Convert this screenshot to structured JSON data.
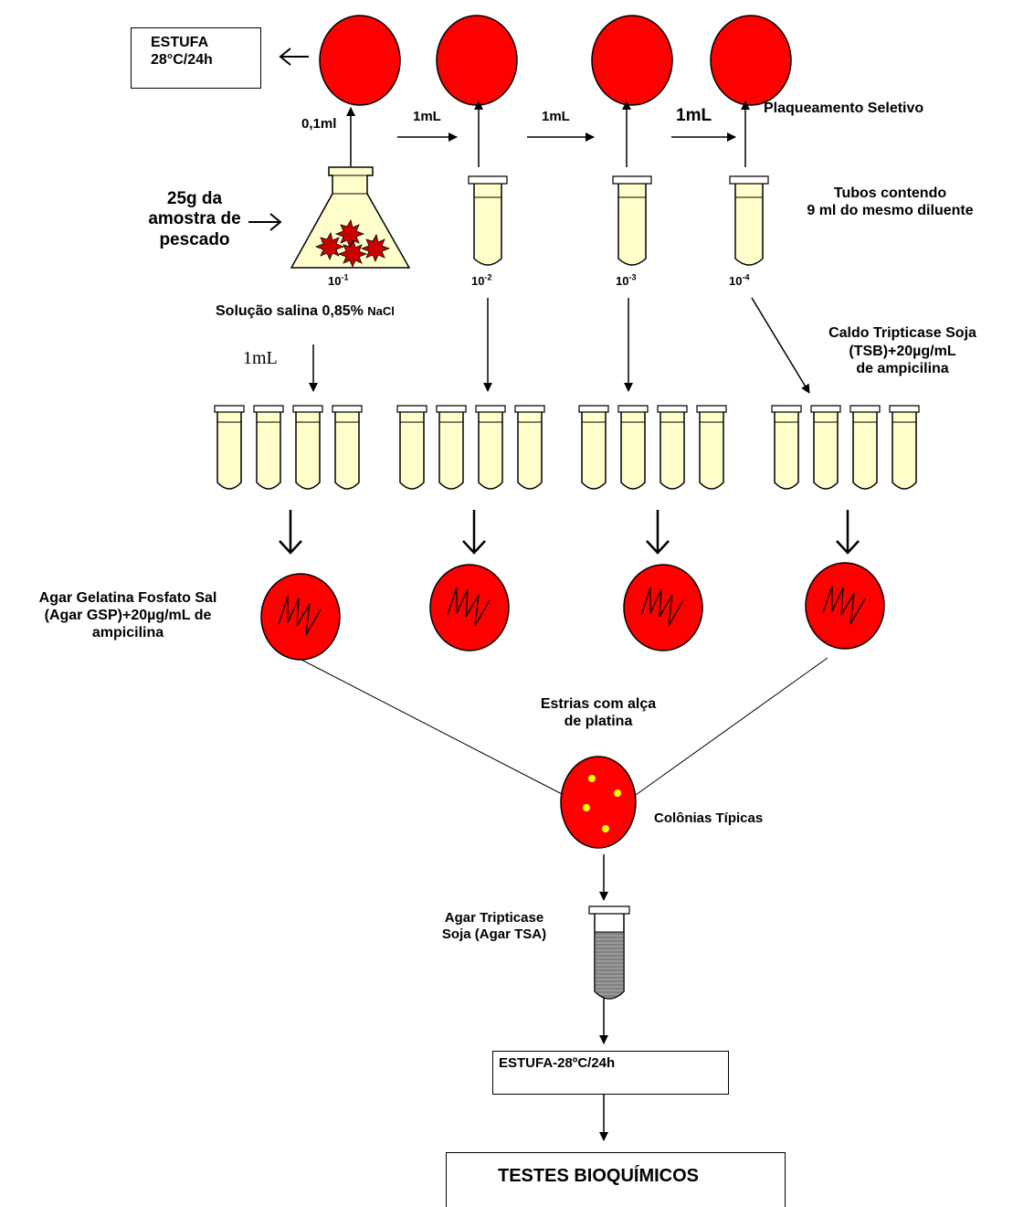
{
  "labels": {
    "estufa_top": "ESTUFA\n28°C/24h",
    "vol_01": "0,1ml",
    "vol_1ml_a": "1mL",
    "vol_1ml_b": "1mL",
    "vol_1ml_c": "1mL",
    "plaqueamento": "Plaqueamento Seletivo",
    "amostra": "25g da\namostra de\npescado",
    "tubos_contendo": "Tubos contendo\n9 ml do mesmo diluente",
    "dil_1_base": "10",
    "dil_1_exp": "-1",
    "dil_2_base": "10",
    "dil_2_exp": "-2",
    "dil_3_base": "10",
    "dil_3_exp": "-3",
    "dil_4_base": "10",
    "dil_4_exp": "-4",
    "salina_main": "Solução salina 0,85% ",
    "salina_nacl": "NaCl",
    "vol_1ml_serif": "1mL",
    "caldo": "Caldo Tripticase Soja\n(TSB)+20µg/mL\nde ampicilina",
    "agar_gsp": "Agar Gelatina Fosfato Sal\n(Agar GSP)+20µg/mL de\nampicilina",
    "estrias": "Estrias com alça\nde platina",
    "colonias": "Colônias Típicas",
    "agar_tsa": "Agar Tripticase\nSoja (Agar TSA)",
    "estufa_bottom": "ESTUFA-28ºC/24h",
    "testes": "TESTES BIOQUÍMICOS"
  },
  "colors": {
    "plate_red": "#FF0000",
    "tube_fill": "#FFFFCC",
    "colony_yellow": "#FFFF00",
    "tsa_gray": "#999999"
  }
}
